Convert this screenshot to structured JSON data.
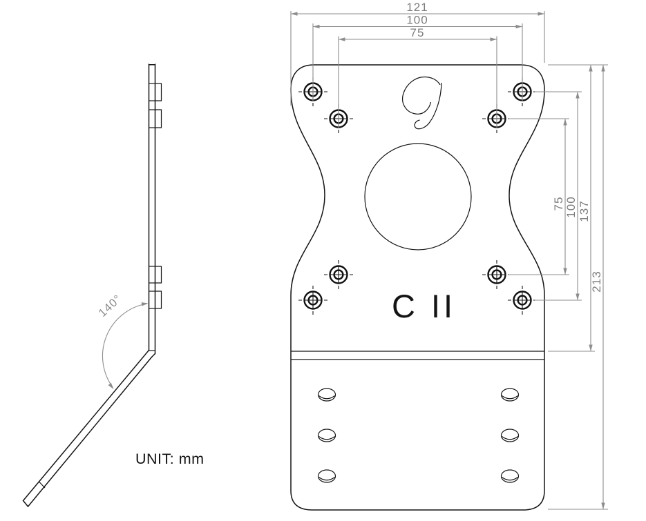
{
  "drawing": {
    "type": "technical-drawing",
    "views": [
      "side-profile",
      "front-face"
    ],
    "notes": {
      "unit": "UNIT: mm"
    },
    "front": {
      "logo_letter": "G",
      "part_marking": "C II"
    },
    "side": {
      "bend_angle": "140°"
    },
    "dimensions": {
      "top": [
        {
          "label": "121"
        },
        {
          "label": "100"
        },
        {
          "label": "75"
        }
      ],
      "right": [
        {
          "label": "75"
        },
        {
          "label": "100"
        },
        {
          "label": "137"
        },
        {
          "label": "213"
        }
      ]
    }
  },
  "colors": {
    "background": "#ffffff",
    "outline": "#141414",
    "dimension_lines": "#8c8c8c",
    "dimension_text": "#7c7c7c"
  }
}
